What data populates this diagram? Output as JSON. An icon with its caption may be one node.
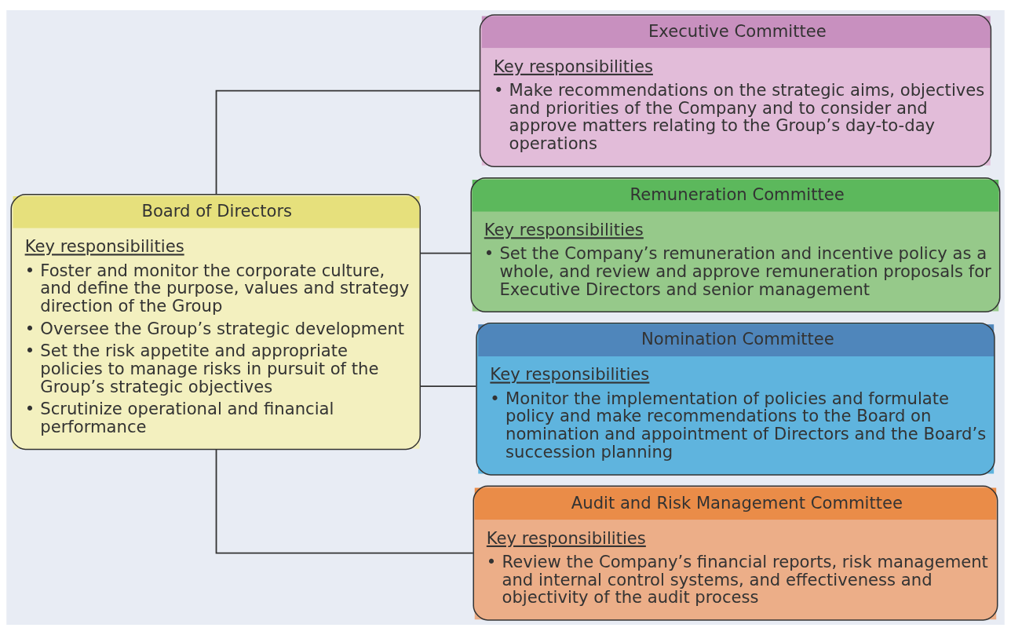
{
  "diagram": {
    "nodes": [
      {
        "text": [
          "Board of Directors",
          "Key responsibilities",
          "• Foster and monitor the corporate culture, and define the purpose, values and strategy direction of the Group",
          "• Oversee the Group’s strategic development",
          "• Set the risk appetite and appropriate policies to manage risks in pursuit of the Group’s strategic objectives",
          "• Scrutinize operational and financial performance"
        ]
      },
      {
        "text": [
          "Executive Committee",
          "Key responsibilities",
          "• Make recommendations on the strategic aims, objectives and priorities of the Company and to consider and approve matters relating to the Group’s day-to-day operations"
        ]
      },
      {
        "text": [
          "Remuneration Committee",
          "Key responsibilities",
          "• Set the Company’s remuneration and incentive policy as a whole, and review and approve remuneration proposals for Executive Directors and senior management"
        ]
      },
      {
        "text": [
          "Nomination Committee",
          "Key responsibilities",
          "• Monitor the implementation of policies and formulate policy and make recommendations to the Board on nomination and appointment of Directors and the Board’s succession planning"
        ]
      },
      {
        "text": [
          "Audit and Risk Management Committee",
          "Key responsibilities",
          "• Review the Company’s financial reports, risk management and internal control systems, and effectiveness and objectivity of the audit process"
        ]
      }
    ],
    "edges": [
      {
        "from": 0,
        "to": 1,
        "arrow": "none"
      },
      {
        "from": 0,
        "to": 2,
        "arrow": "none"
      },
      {
        "from": 0,
        "to": 3,
        "arrow": "none"
      },
      {
        "from": 0,
        "to": 4,
        "arrow": "none"
      }
    ]
  }
}
